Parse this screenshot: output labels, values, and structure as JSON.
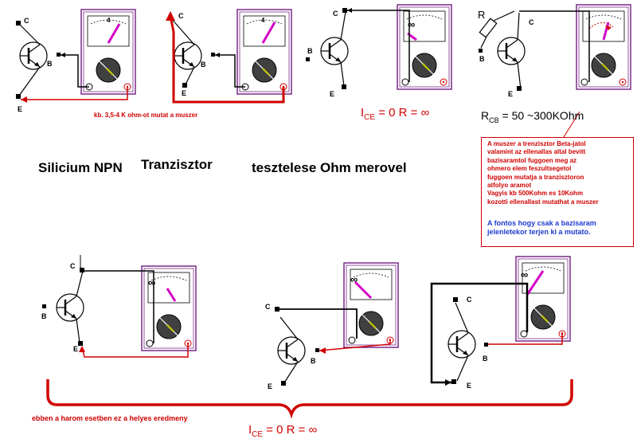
{
  "title": {
    "word1": "Silicium NPN",
    "word2": "Tranzisztor",
    "word3": "tesztelese Ohm merovel"
  },
  "pins": {
    "collector": "C",
    "base": "B",
    "emitter": "E"
  },
  "diagram1": {
    "caption": "kb. 3,5-4 K ohm-ot mutat a muszer",
    "meter_reading": "4"
  },
  "diagram2": {
    "meter_reading": "4"
  },
  "diagram3": {
    "meter_reading": "∞",
    "result_ice_prefix": "I",
    "result_ice_sub": "CE",
    "result_rest": "= 0   R = ∞"
  },
  "diagram4": {
    "resistor_label": "R",
    "rcb_label": "R",
    "rcb_sub": "CB",
    "rcb_value": "= 50 ~300KOhm",
    "note_red_lines": [
      "A muszer a trenzisztor Beta-jatol",
      "valamint az ellenallas altal  bevitt",
      "bazisaramtol fuggoen meg  az",
      "ohmero elem feszultsegetol",
      "fuggoen  mutatja a tranzisztoron",
      "atfolyo aramot",
      "Vagyis kb 500Kohm es  10Kohm",
      "kozotti ellenallast mutathat a muszer"
    ],
    "note_blue_lines": [
      "A fontos hogy csak a bazisaram",
      "jelenletekor terjen ki a mutato."
    ]
  },
  "diagram5": {
    "meter_reading": "∞"
  },
  "diagram6": {
    "meter_reading": "∞"
  },
  "diagram7": {
    "meter_reading": "∞"
  },
  "bottom": {
    "caption": "ebben a harom esetben ez a helyes eredmeny",
    "result_ice_prefix": "I",
    "result_ice_sub": "CE",
    "result_rest": "= 0   R = ∞"
  },
  "colors": {
    "wire_red": "#d00000",
    "meter_frame": "#7a2a8a",
    "needle": "#d400c8",
    "note_blue": "#1d3bd0"
  }
}
